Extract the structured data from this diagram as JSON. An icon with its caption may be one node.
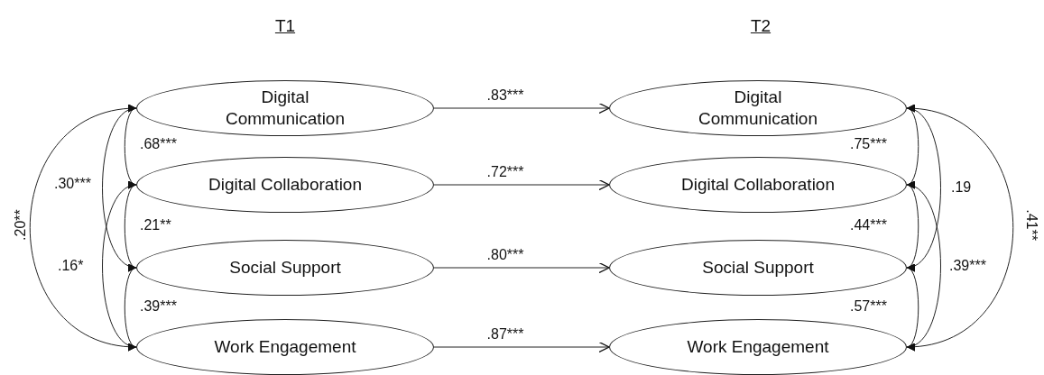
{
  "diagram": {
    "nodes": [
      {
        "text": [
          "Digital Communication"
        ]
      },
      {
        "text": [
          "Digital Collaboration"
        ]
      },
      {
        "text": [
          "Social Support"
        ]
      },
      {
        "text": [
          "Work Engagement"
        ]
      },
      {
        "text": [
          "Digital Communication"
        ]
      },
      {
        "text": [
          "Digital Collaboration"
        ]
      },
      {
        "text": [
          "Social Support"
        ]
      },
      {
        "text": [
          "Work Engagement"
        ]
      }
    ],
    "edges": [
      {
        "from": 0,
        "to": 4,
        "arrow": "to",
        "label": ".83***"
      },
      {
        "from": 1,
        "to": 5,
        "arrow": "to",
        "label": ".72***"
      },
      {
        "from": 2,
        "to": 6,
        "arrow": "to",
        "label": ".80***"
      },
      {
        "from": 3,
        "to": 7,
        "arrow": "to",
        "label": ".87***"
      },
      {
        "from": 0,
        "to": 1,
        "arrow": "both",
        "label": ".68***"
      },
      {
        "from": 0,
        "to": 2,
        "arrow": "both",
        "label": ".30***"
      },
      {
        "from": 0,
        "to": 3,
        "arrow": "both",
        "label": ".20**"
      },
      {
        "from": 1,
        "to": 2,
        "arrow": "both",
        "label": ".21**"
      },
      {
        "from": 1,
        "to": 3,
        "arrow": "both",
        "label": ".16*"
      },
      {
        "from": 2,
        "to": 3,
        "arrow": "both",
        "label": ".39***"
      },
      {
        "from": 4,
        "to": 5,
        "arrow": "both",
        "label": ".75***"
      },
      {
        "from": 4,
        "to": 6,
        "arrow": "both",
        "label": ".19"
      },
      {
        "from": 4,
        "to": 7,
        "arrow": "both",
        "label": ".41**"
      },
      {
        "from": 5,
        "to": 6,
        "arrow": "both",
        "label": ".44***"
      },
      {
        "from": 5,
        "to": 7,
        "arrow": "both",
        "label": ".39***"
      },
      {
        "from": 6,
        "to": 7,
        "arrow": "both",
        "label": ".57***"
      }
    ],
    "labels": [
      "T1",
      "T2"
    ]
  }
}
